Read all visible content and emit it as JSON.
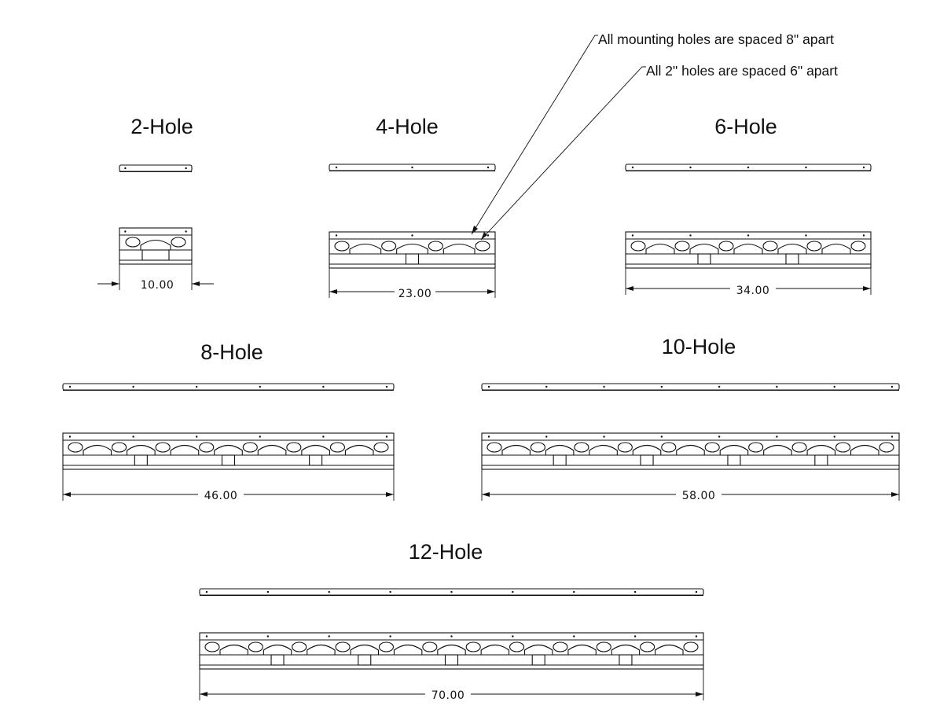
{
  "annotations": [
    "All mounting holes are spaced 8\" apart",
    "All 2\" holes are spaced 6\" apart"
  ],
  "racks": [
    {
      "id": "2-hole",
      "title": "2-Hole",
      "dimension": "10.00",
      "holes_2in": 2,
      "mounting_holes": 2
    },
    {
      "id": "4-hole",
      "title": "4-Hole",
      "dimension": "23.00",
      "holes_2in": 4,
      "mounting_holes": 3
    },
    {
      "id": "6-hole",
      "title": "6-Hole",
      "dimension": "34.00",
      "holes_2in": 6,
      "mounting_holes": 5
    },
    {
      "id": "8-hole",
      "title": "8-Hole",
      "dimension": "46.00",
      "holes_2in": 8,
      "mounting_holes": 6
    },
    {
      "id": "10-hole",
      "title": "10-Hole",
      "dimension": "58.00",
      "holes_2in": 10,
      "mounting_holes": 8
    },
    {
      "id": "12-hole",
      "title": "12-Hole",
      "dimension": "70.00",
      "holes_2in": 12,
      "mounting_holes": 9
    }
  ]
}
